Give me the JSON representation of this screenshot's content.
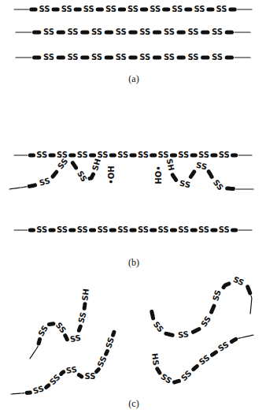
{
  "diagram": {
    "labels": [
      "SS",
      "SS",
      "SS",
      "SS",
      "SS",
      "SS",
      "SS",
      "SS",
      "SS",
      "SS",
      "SS",
      "SS",
      "SS",
      "SS",
      "SS",
      "SS",
      "SS",
      "SS",
      "SS",
      "SS",
      "SS",
      "SS",
      "SS",
      "SS",
      "SS",
      "(a)",
      "SS",
      "SS",
      "SS",
      "SS",
      "SS",
      "SS",
      "SS",
      "SS",
      "SS",
      "SS",
      "SS",
      "SS",
      "SS",
      "SH",
      "•OH",
      "•OH",
      "SH",
      "SS",
      "SS",
      "SS",
      "SS",
      "SS",
      "SS",
      "SS",
      "SS",
      "SS",
      "SS",
      "SS",
      "SS",
      "SS",
      "(b)",
      "SS",
      "SS",
      "SS",
      "SS",
      "SH",
      "SS",
      "SS",
      "SS",
      "SS",
      "SS",
      "SS",
      "SS",
      "SS",
      "SS",
      "SS",
      "SS",
      "HS",
      "SS",
      "SS",
      "SS",
      "SS",
      "(c)"
    ]
  }
}
